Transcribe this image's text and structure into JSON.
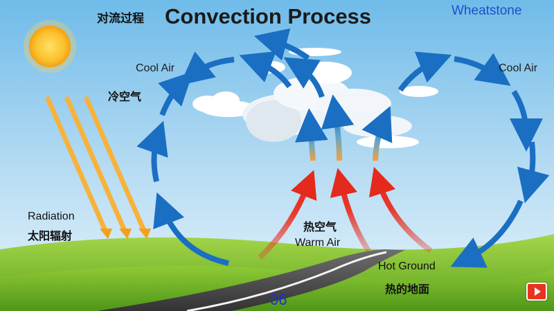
{
  "title": "Convection Process",
  "title_cn": "对流过程",
  "brand": "Wheatstone",
  "labels": {
    "cool_air_left": "Cool Air",
    "cold_air_cn": "冷空气",
    "cool_air_right": "Cool Air",
    "radiation": "Radiation",
    "radiation_cn": "太阳辐射",
    "hot_air_cn": "热空气",
    "warm_air": "Warm Air",
    "hot_ground": "Hot Ground",
    "hot_ground_cn": "热的地面"
  },
  "page_number": "06",
  "icons": [
    "sun-icon",
    "cloud-icon",
    "arrow-icon",
    "road-icon",
    "video-play-icon"
  ],
  "colors": {
    "sky_top": "#7ec3ec",
    "sky_bottom": "#e2f2fb",
    "cool_arrow": "#1a6fc2",
    "warm_arrow": "#e8382a",
    "ground": "#7fbf2e",
    "sun": "#f9b21b",
    "radiation": "#f5a623",
    "brand_text": "#1f4fc8",
    "page_text": "#1d2fd6"
  }
}
